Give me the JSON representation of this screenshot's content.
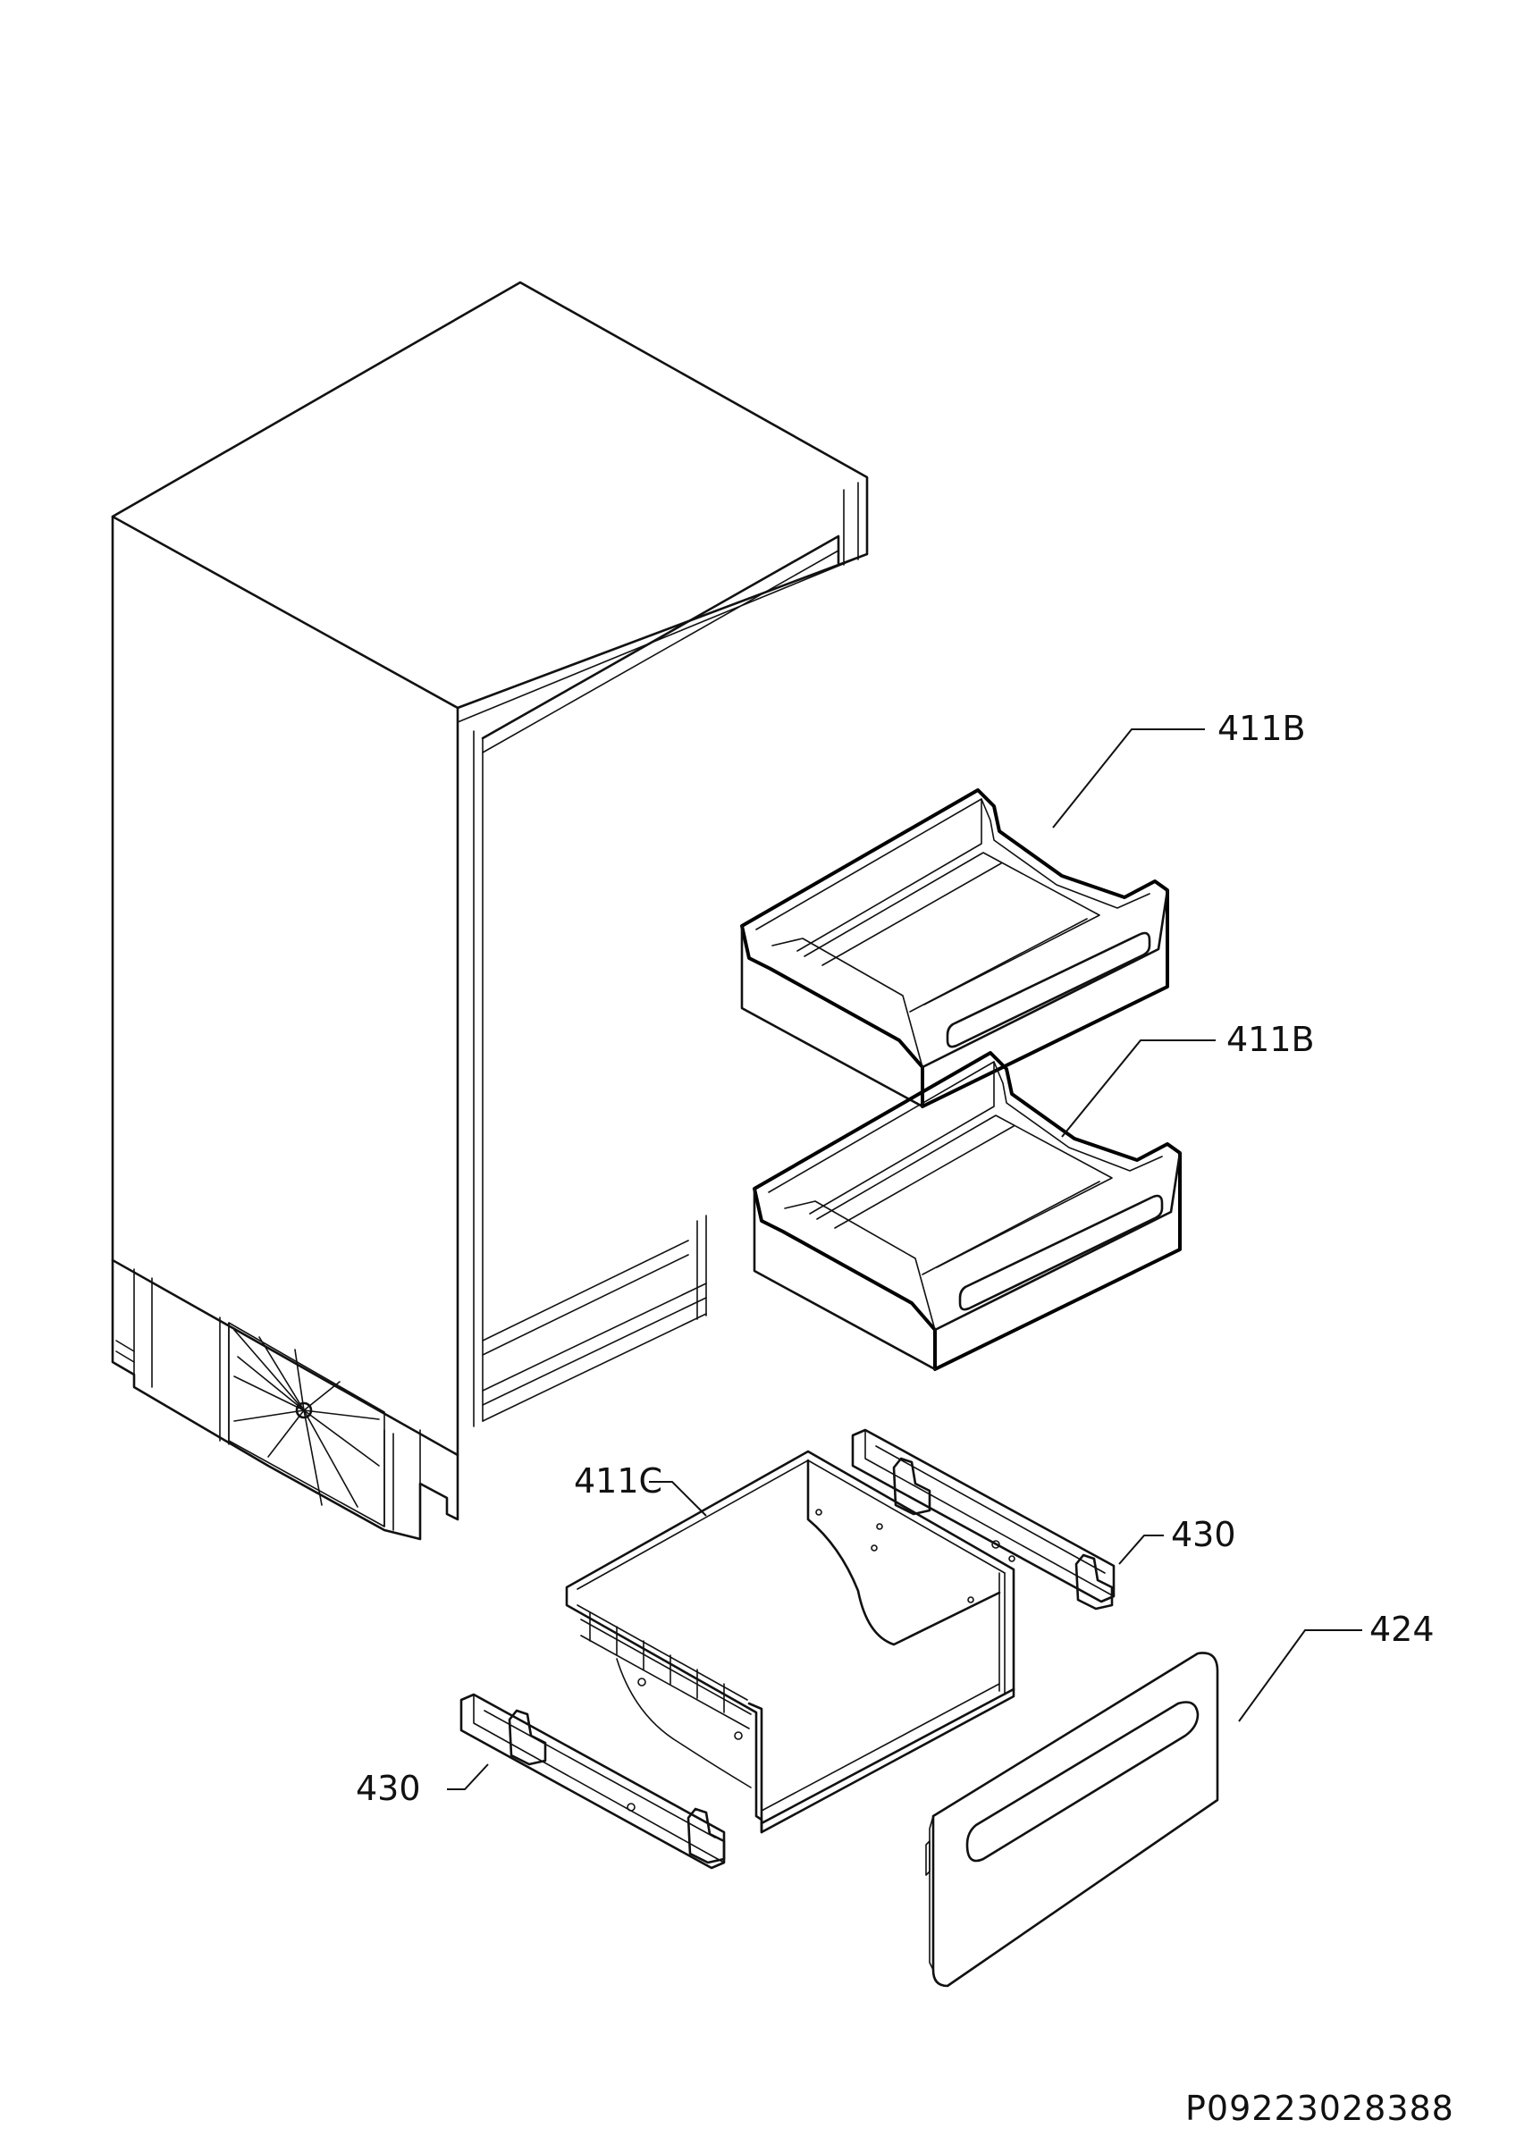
{
  "diagram": {
    "callouts": {
      "drawer_upper": "411B",
      "drawer_middle": "411B",
      "drawer_lower": "411C",
      "rail_right": "430",
      "rail_left": "430",
      "front_panel": "424"
    },
    "drawing_number": "P09223028388"
  }
}
